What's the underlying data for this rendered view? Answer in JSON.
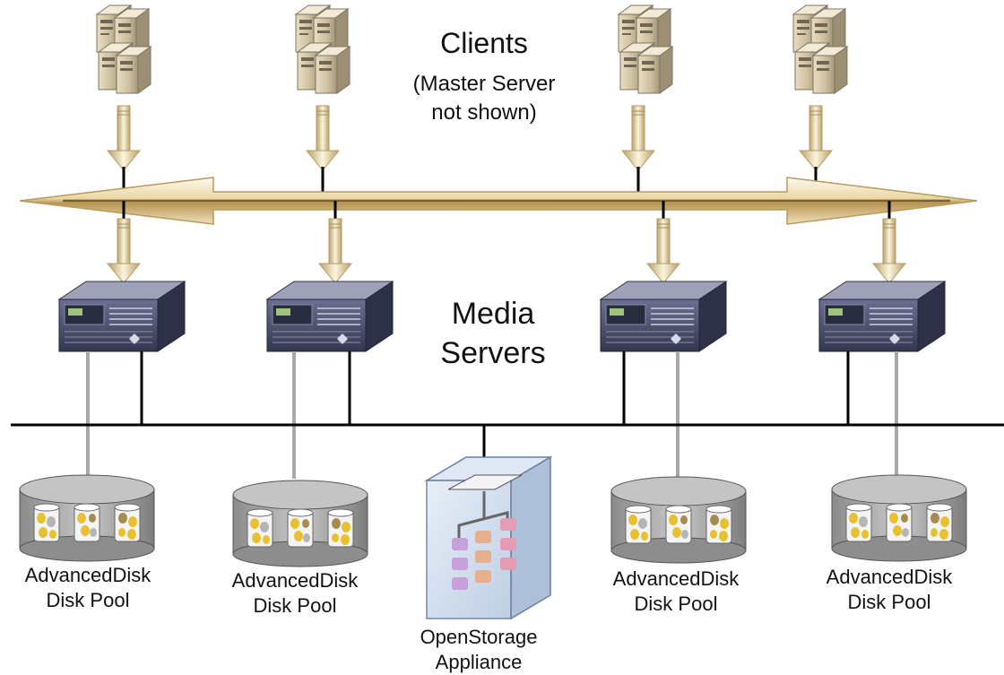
{
  "labels": {
    "clients": "Clients",
    "clients_note_line1": "(Master Server",
    "clients_note_line2": "not shown)",
    "media_line1": "Media",
    "media_line2": "Servers",
    "pool_line1": "AdvancedDisk",
    "pool_line2": "Disk Pool",
    "osa_line1": "OpenStorage",
    "osa_line2": "Appliance"
  },
  "colors": {
    "arrow_gold": "#c9a75a",
    "arrow_light": "#fbf6e6",
    "server_blue": "#4a4f6e",
    "disk_gray": "#9b9b9b",
    "network_line": "#000000"
  }
}
